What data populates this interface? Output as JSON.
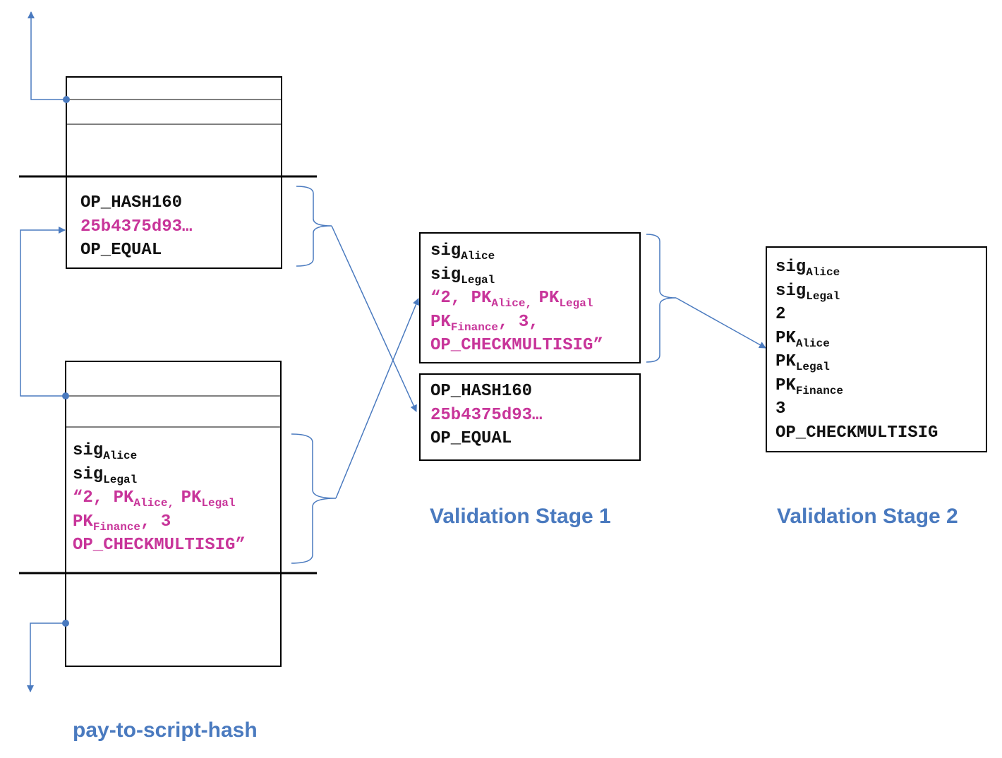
{
  "colors": {
    "accent": "#4a7abf",
    "highlight": "#c8359a",
    "text": "#111111"
  },
  "labels": {
    "stage1": "Validation Stage 1",
    "stage2": "Validation Stage 2",
    "p2sh": "pay-to-script-hash"
  },
  "output_script": {
    "op1": "OP_HASH160",
    "hash": "25b4375d93…",
    "op2": "OP_EQUAL"
  },
  "input_script": {
    "sig_prefix": "sig",
    "sig1_sub": "Alice",
    "sig2_sub": "Legal",
    "redeem_open": "“2, ",
    "pk_prefix": "PK",
    "pk1_sub": "Alice",
    "pk1_sep": ", ",
    "pk2_sub": "Legal",
    "pk3_sub": "Finance",
    "pk3_sep": ", 3",
    "stage1_pk3_sep": ", 3,",
    "redeem_close": "OP_CHECKMULTISIG”"
  },
  "stage2_stack": {
    "sig_prefix": "sig",
    "sig1_sub": "Alice",
    "sig2_sub": "Legal",
    "m": "2",
    "pk_prefix": "PK",
    "pk1_sub": "Alice",
    "pk2_sub": "Legal",
    "pk3_sub": "Finance",
    "n": "3",
    "op": "OP_CHECKMULTISIG"
  }
}
